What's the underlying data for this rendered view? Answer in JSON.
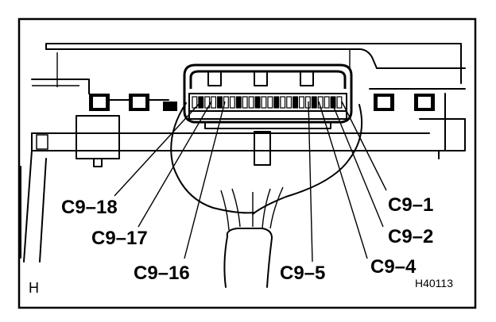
{
  "labels": {
    "c9_18": "C9–18",
    "c9_17": "C9–17",
    "c9_16": "C9–16",
    "c9_5": "C9–5",
    "c9_4": "C9–4",
    "c9_2": "C9–2",
    "c9_1": "C9–1"
  },
  "corner_letter": "H",
  "figure_code": "H40113"
}
